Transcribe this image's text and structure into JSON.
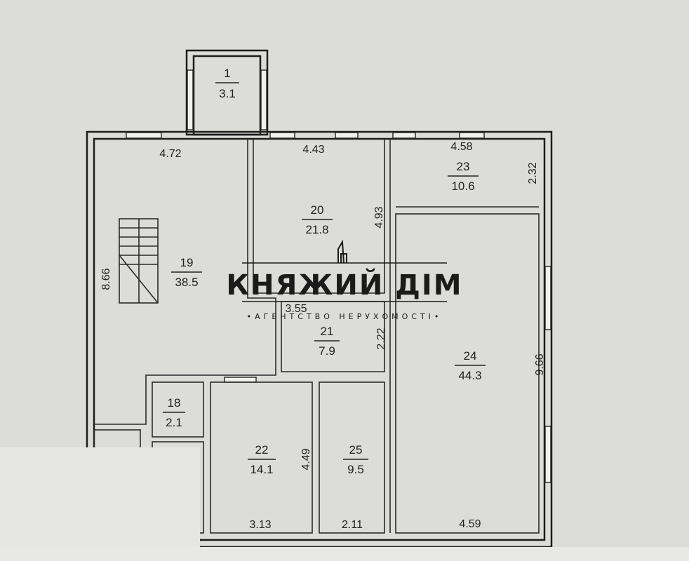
{
  "rooms": [
    {
      "id": "1",
      "area": "3.1"
    },
    {
      "id": "19",
      "area": "38.5"
    },
    {
      "id": "20",
      "area": "21.8"
    },
    {
      "id": "23",
      "area": "10.6"
    },
    {
      "id": "21",
      "area": "7.9"
    },
    {
      "id": "24",
      "area": "44.3"
    },
    {
      "id": "18",
      "area": "2.1"
    },
    {
      "id": "22",
      "area": "14.1"
    },
    {
      "id": "25",
      "area": "9.5"
    }
  ],
  "dimensions": [
    "4.72",
    "4.43",
    "4.58",
    "2.32",
    "8.66",
    "4.93",
    "3.55",
    "2.22",
    "9.66",
    "4.49",
    "3.13",
    "2.11",
    "4.59"
  ],
  "watermark": {
    "brand": "КНЯЖИЙ ДІМ",
    "tagline": "•АГЕНТСТВО НЕРУХОМОСТІ•"
  }
}
